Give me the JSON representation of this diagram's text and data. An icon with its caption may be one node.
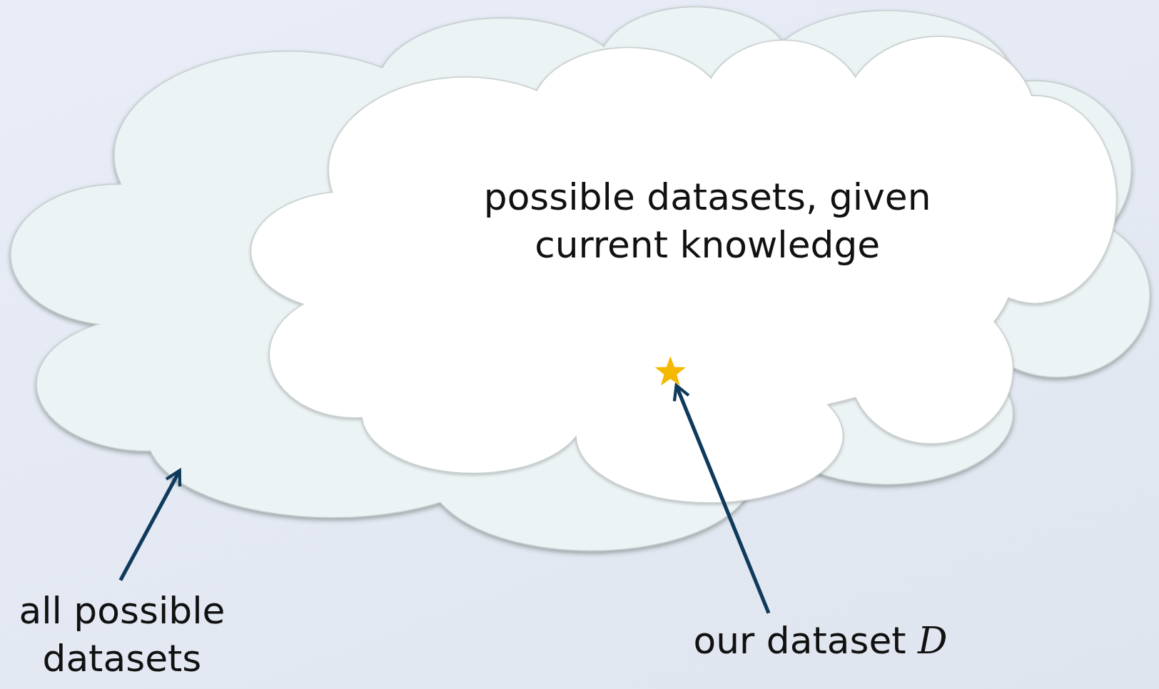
{
  "diagram": {
    "nodes": [
      {
        "text": [],
        "shape": "cloud"
      },
      {
        "text": [
          "possible datasets, given current knowledge"
        ],
        "in": 0
      },
      {
        "text": [],
        "shape": "star",
        "in": 1
      },
      {
        "text": [
          "all possible datasets"
        ]
      },
      {
        "text": [
          "our dataset *D*"
        ]
      }
    ],
    "edges": [
      {
        "from": 3,
        "to": 0,
        "arrow": "to"
      },
      {
        "from": 4,
        "to": 2,
        "arrow": "to"
      }
    ]
  }
}
